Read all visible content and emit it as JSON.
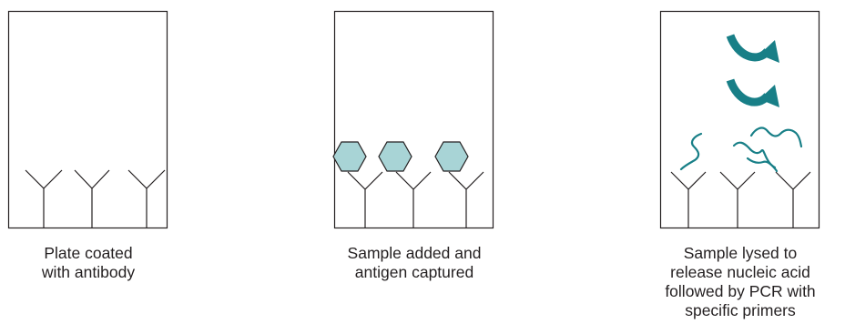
{
  "panels": [
    {
      "caption_lines": [
        "Plate coated",
        "with antibody"
      ]
    },
    {
      "caption_lines": [
        "Sample added and",
        "antigen captured"
      ]
    },
    {
      "caption_lines": [
        "Sample lysed to",
        "release nucleic acid",
        "followed by PCR with",
        "specific primers"
      ]
    }
  ],
  "colors": {
    "outline": "#231f20",
    "antigen_fill": "#a8d4d6",
    "nucleic_acid": "#187f87",
    "amplification_arrow": "#187f87"
  },
  "icons": {
    "antibody": "y-shaped-antibody-icon",
    "antigen": "hexagon-antigen-icon",
    "nucleic_acid": "wavy-strand-icon",
    "amplification": "curved-arrow-icon"
  }
}
